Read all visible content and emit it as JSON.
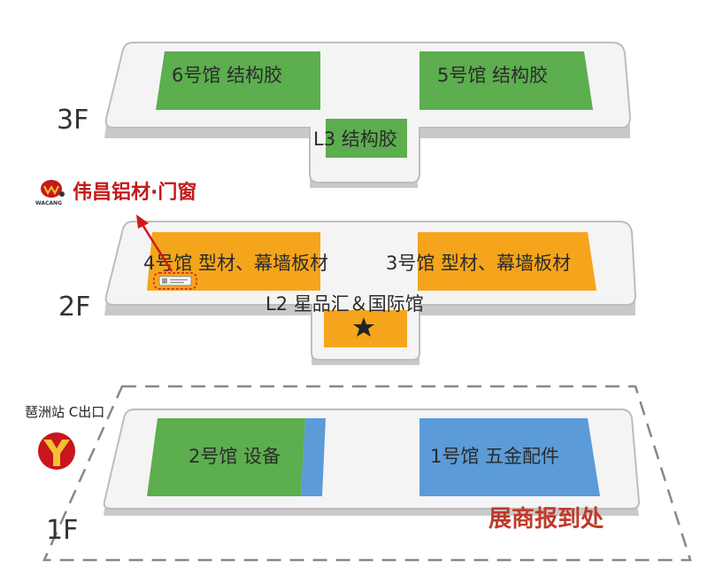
{
  "floors": {
    "f3": {
      "label": "3F",
      "halls": {
        "h6": "6号馆  结构胶",
        "h5": "5号馆  结构胶",
        "l3": "L3  结构胶"
      }
    },
    "f2": {
      "label": "2F",
      "halls": {
        "h4": "4号馆  型材、幕墙板材",
        "h3": "3号馆  型材、幕墙板材",
        "l2": "L2  星品汇＆国际馆"
      }
    },
    "f1": {
      "label": "1F",
      "halls": {
        "h2": "2号馆  设备",
        "h1": "1号馆  五金配件"
      }
    }
  },
  "brand": {
    "name": "伟昌铝材·门窗",
    "logo_text": "WACANG"
  },
  "metro": {
    "label": "琶洲站 C出口"
  },
  "registration": {
    "label": "展商报到处"
  },
  "colors": {
    "green": "#5cae4e",
    "orange": "#f5a51c",
    "blue": "#5b9bd8",
    "platform": "#f4f4f4",
    "platform_edge": "#bdbdbd",
    "arrow_red": "#d0191a"
  },
  "icons": {
    "metro": "guangzhou-metro-logo-icon",
    "star": "star-icon",
    "booth_marker": "booth-marker-icon"
  }
}
